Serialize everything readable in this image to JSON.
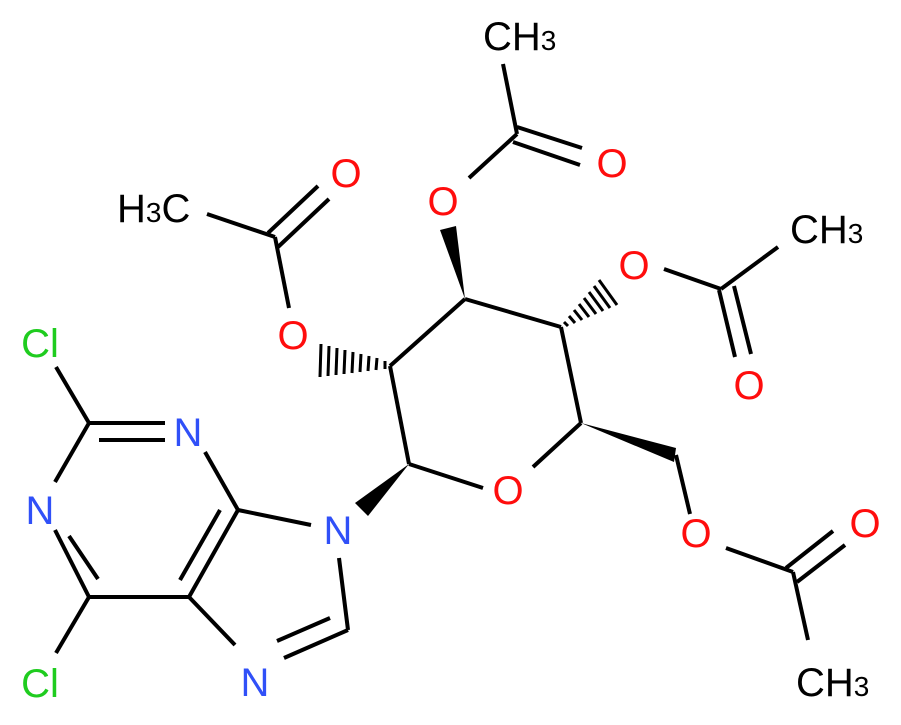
{
  "diagram": {
    "type": "chemical-structure",
    "colors": {
      "carbon": "#000000",
      "oxygen": "#ff0d0d",
      "nitrogen": "#3050f8",
      "chlorine": "#1fcc1f"
    },
    "labels": {
      "cl_top": "Cl",
      "cl_bottom": "Cl",
      "n1": "N",
      "n3": "N",
      "n7": "N",
      "n9": "N",
      "o_ring": "O",
      "o2": "O",
      "o2_carbonyl": "O",
      "o3": "O",
      "o3_carbonyl": "O",
      "o4": "O",
      "o4_carbonyl": "O",
      "o6": "O",
      "o6_carbonyl": "O",
      "methyl_left_h": "H",
      "methyl_left_sub": "3",
      "methyl_left_c": "C",
      "methyl_top_c": "CH",
      "methyl_top_sub": "3",
      "methyl_right_c": "CH",
      "methyl_right_sub": "3",
      "methyl_bottom_c": "CH",
      "methyl_bottom_sub": "3"
    }
  }
}
